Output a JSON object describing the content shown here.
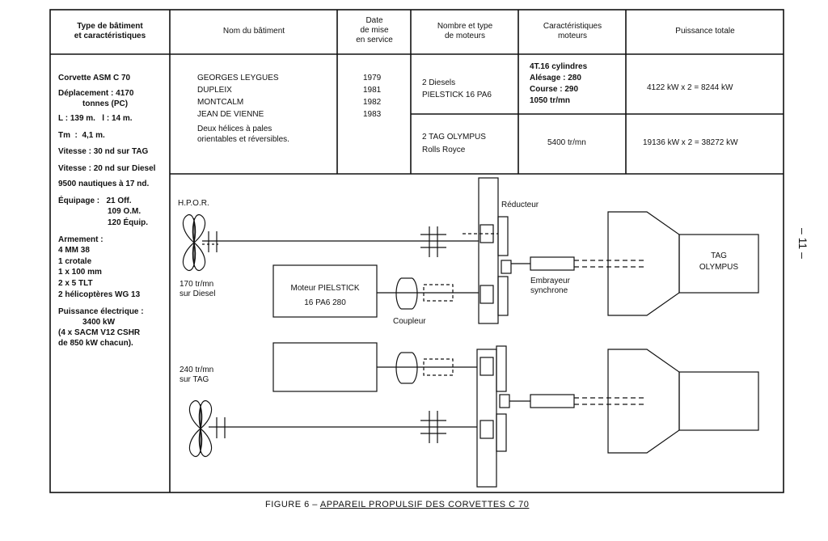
{
  "table": {
    "headers": {
      "type": "Type de bâtiment\net caractéristiques",
      "nom": "Nom du bâtiment",
      "date": "Date\nde mise\nen service",
      "moteurs": "Nombre et type\nde moteurs",
      "carac": "Caractéristiques\nmoteurs",
      "puissance": "Puissance totale"
    },
    "left_column": [
      "Corvette ASM C 70",
      "Déplacement : 4170",
      "tonnes (PC)",
      "L : 139 m.   l : 14 m.",
      "Tm  :  4,1 m.",
      "Vitesse : 30 nd sur TAG",
      "Vitesse : 20 nd sur Diesel",
      "9500 nautiques à 17 nd.",
      "Équipage :   21 Off.",
      "109 O.M.",
      "120 Équip.",
      "Armement :",
      "4 MM 38",
      "1 crotale",
      "1 x 100 mm",
      "2 x 5 TLT",
      "2 hélicoptères WG 13",
      "Puissance électrique :",
      "3400 kW",
      "(4 x SACM V12 CSHR",
      "de 850 kW chacun)."
    ],
    "ships": [
      "GEORGES LEYGUES",
      "DUPLEIX",
      "MONTCALM",
      "JEAN DE VIENNE"
    ],
    "ships_note": "Deux hélices à pales\norientables et réversibles.",
    "dates": [
      "1979",
      "1981",
      "1982",
      "1983"
    ],
    "row1": {
      "moteurs": "2 Diesels\nPIELSTICK 16 PA6",
      "carac": "4T.16 cylindres\nAlésage : 280\nCourse : 290\n1050 tr/mn",
      "puissance": "4122 kW x 2 = 8244 kW"
    },
    "row2": {
      "moteurs": "2 TAG OLYMPUS\nRolls Royce",
      "carac": "5400 tr/mn",
      "puissance": "19136 kW x 2 = 38272 kW"
    }
  },
  "diagram": {
    "hpor": "H.P.O.R.",
    "speed_diesel": "170 tr/mn\nsur Diesel",
    "speed_tag": "240 tr/mn\nsur TAG",
    "moteur": "Moteur PIELSTICK\n16 PA6 280",
    "coupleur": "Coupleur",
    "reducteur": "Réducteur",
    "embrayeur": "Embrayeur\nsynchrone",
    "tag": "TAG\nOLYMPUS"
  },
  "caption": {
    "prefix": "FIGURE 6 –",
    "title": "APPAREIL PROPULSIF DES CORVETTES C 70"
  },
  "page_number": "– 11 –"
}
